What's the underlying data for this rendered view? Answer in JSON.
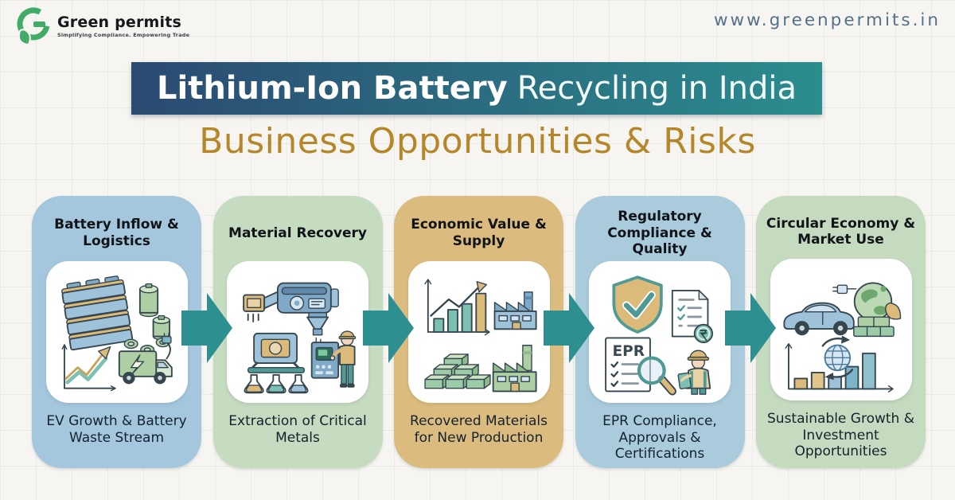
{
  "brand": {
    "name": "Green permits",
    "tagline": "Simplifying Compliance. Empowering Trade",
    "logo_color": "#42ab68"
  },
  "header": {
    "website": "www.greenpermits.in"
  },
  "banner": {
    "title_bold": "Lithium-Ion Battery",
    "title_regular": "Recycling in India",
    "gradient_start": "#2b4a72",
    "gradient_end": "#2b8d8e",
    "text_color": "#ffffff"
  },
  "subtitle": {
    "text": "Business Opportunities & Risks",
    "color": "#b5872a"
  },
  "background": {
    "color": "#f7f5f1",
    "grid_line": "rgba(186,200,190,0.22)"
  },
  "flow": {
    "arrow_color": "#2e8f90",
    "cards": [
      {
        "title": "Battery Inflow & Logistics",
        "caption": "EV Growth & Battery Waste Stream",
        "bg": "#a5c7dd",
        "icon": "battery-stack-growth-chart-ev-truck"
      },
      {
        "title": "Material Recovery",
        "caption": "Extraction of Critical Metals",
        "bg": "#c5dcc1",
        "icon": "recycling-machine-flasks-worker"
      },
      {
        "title": "Economic Value & Supply",
        "caption": "Recovered Materials for New Production",
        "bg": "#dcbc7e",
        "icon": "growth-chart-factories-metal-ingots"
      },
      {
        "title": "Regulatory Compliance & Quality",
        "caption": "EPR Compliance, Approvals & Certifications",
        "bg": "#a9cbdc",
        "icon": "shield-check-epr-documents-inspector"
      },
      {
        "title": "Circular Economy & Market Use",
        "caption": "Sustainable Growth & Investment Opportunities",
        "bg": "#c4dbc0",
        "icon": "ev-car-globe-investment-chart"
      }
    ]
  }
}
